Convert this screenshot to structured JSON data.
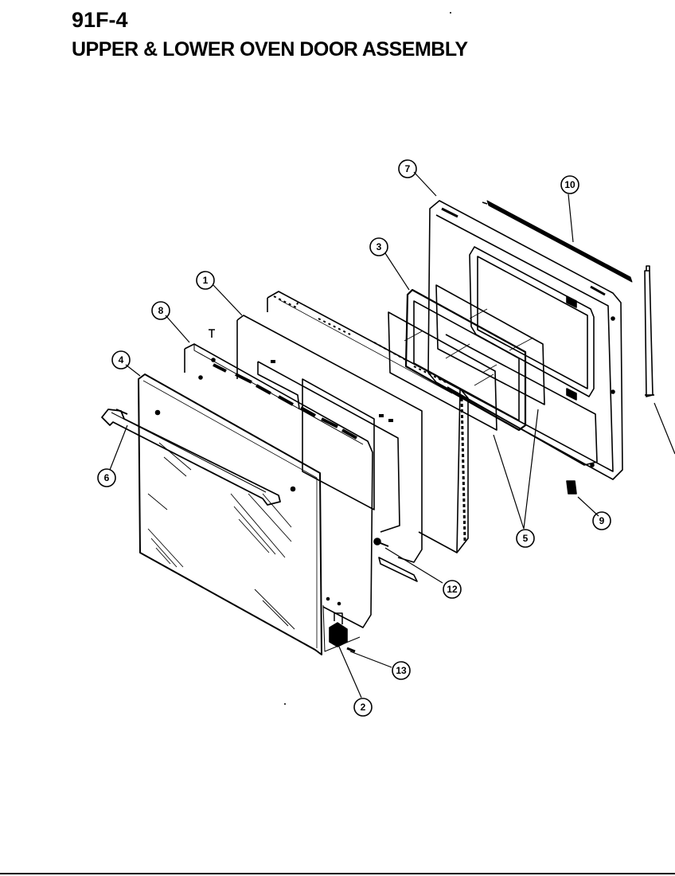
{
  "header": {
    "page_code": "91F-4",
    "title": "UPPER & LOWER OVEN DOOR ASSEMBLY"
  },
  "callouts": {
    "c1": "1",
    "c2": "2",
    "c3": "3",
    "c4": "4",
    "c5": "5",
    "c6": "6",
    "c7": "7",
    "c8": "8",
    "c9": "9",
    "c10": "10",
    "c12": "12",
    "c13": "13"
  }
}
